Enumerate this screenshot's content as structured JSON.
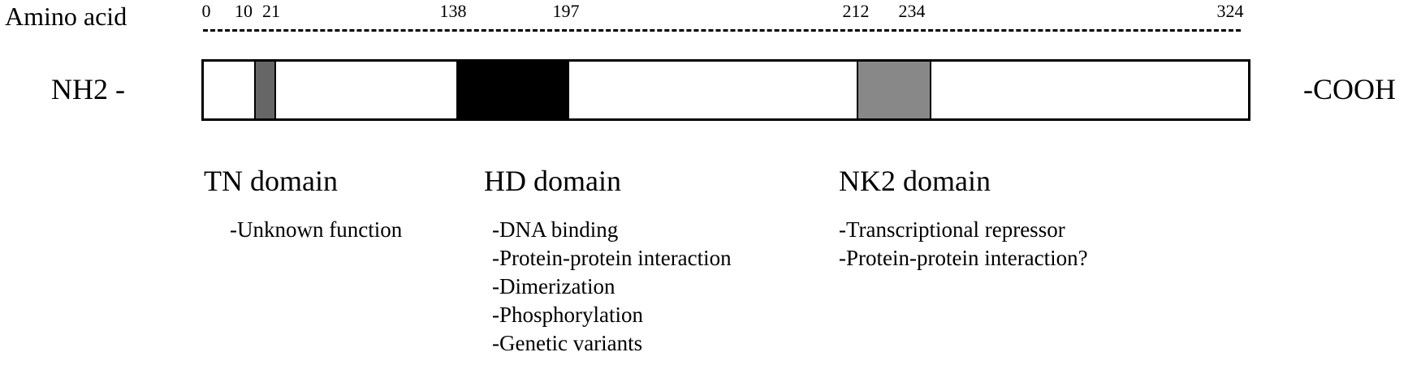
{
  "axis": {
    "title": "Amino acid",
    "ticks": [
      "0",
      "10",
      "21",
      "138",
      "197",
      "212",
      "234",
      "324"
    ]
  },
  "protein": {
    "n_terminus": "NH2 -",
    "c_terminus": "-COOH",
    "length": 324
  },
  "domains": [
    {
      "title": "TN domain",
      "start": 10,
      "end": 21,
      "color": "#666666",
      "functions": [
        "-Unknown function"
      ]
    },
    {
      "title": "HD domain",
      "start": 138,
      "end": 197,
      "color": "#000000",
      "functions": [
        "-DNA binding",
        "-Protein-protein interaction",
        "-Dimerization",
        "-Phosphorylation",
        "-Genetic variants"
      ]
    },
    {
      "title": "NK2 domain",
      "start": 212,
      "end": 234,
      "color": "#888888",
      "functions": [
        "-Transcriptional repressor",
        "-Protein-protein interaction?"
      ]
    }
  ]
}
